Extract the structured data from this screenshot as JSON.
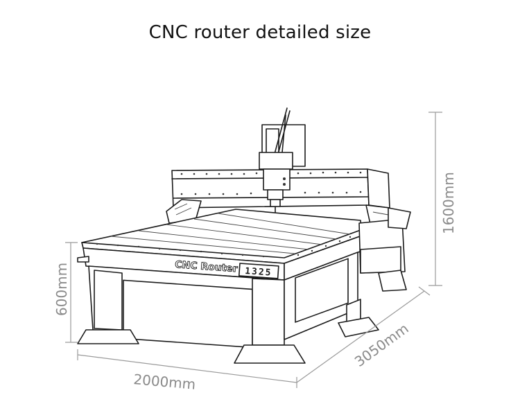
{
  "title": "CNC router detailed size",
  "machine_label": "CNC Router",
  "model_number": "1325",
  "dimensions": {
    "height": "1600mm",
    "table_height": "600mm",
    "width": "2000mm",
    "length": "3050mm"
  },
  "colors": {
    "line": "#1a1a1a",
    "dimension_text": "#8a8a8a",
    "background": "#ffffff"
  }
}
